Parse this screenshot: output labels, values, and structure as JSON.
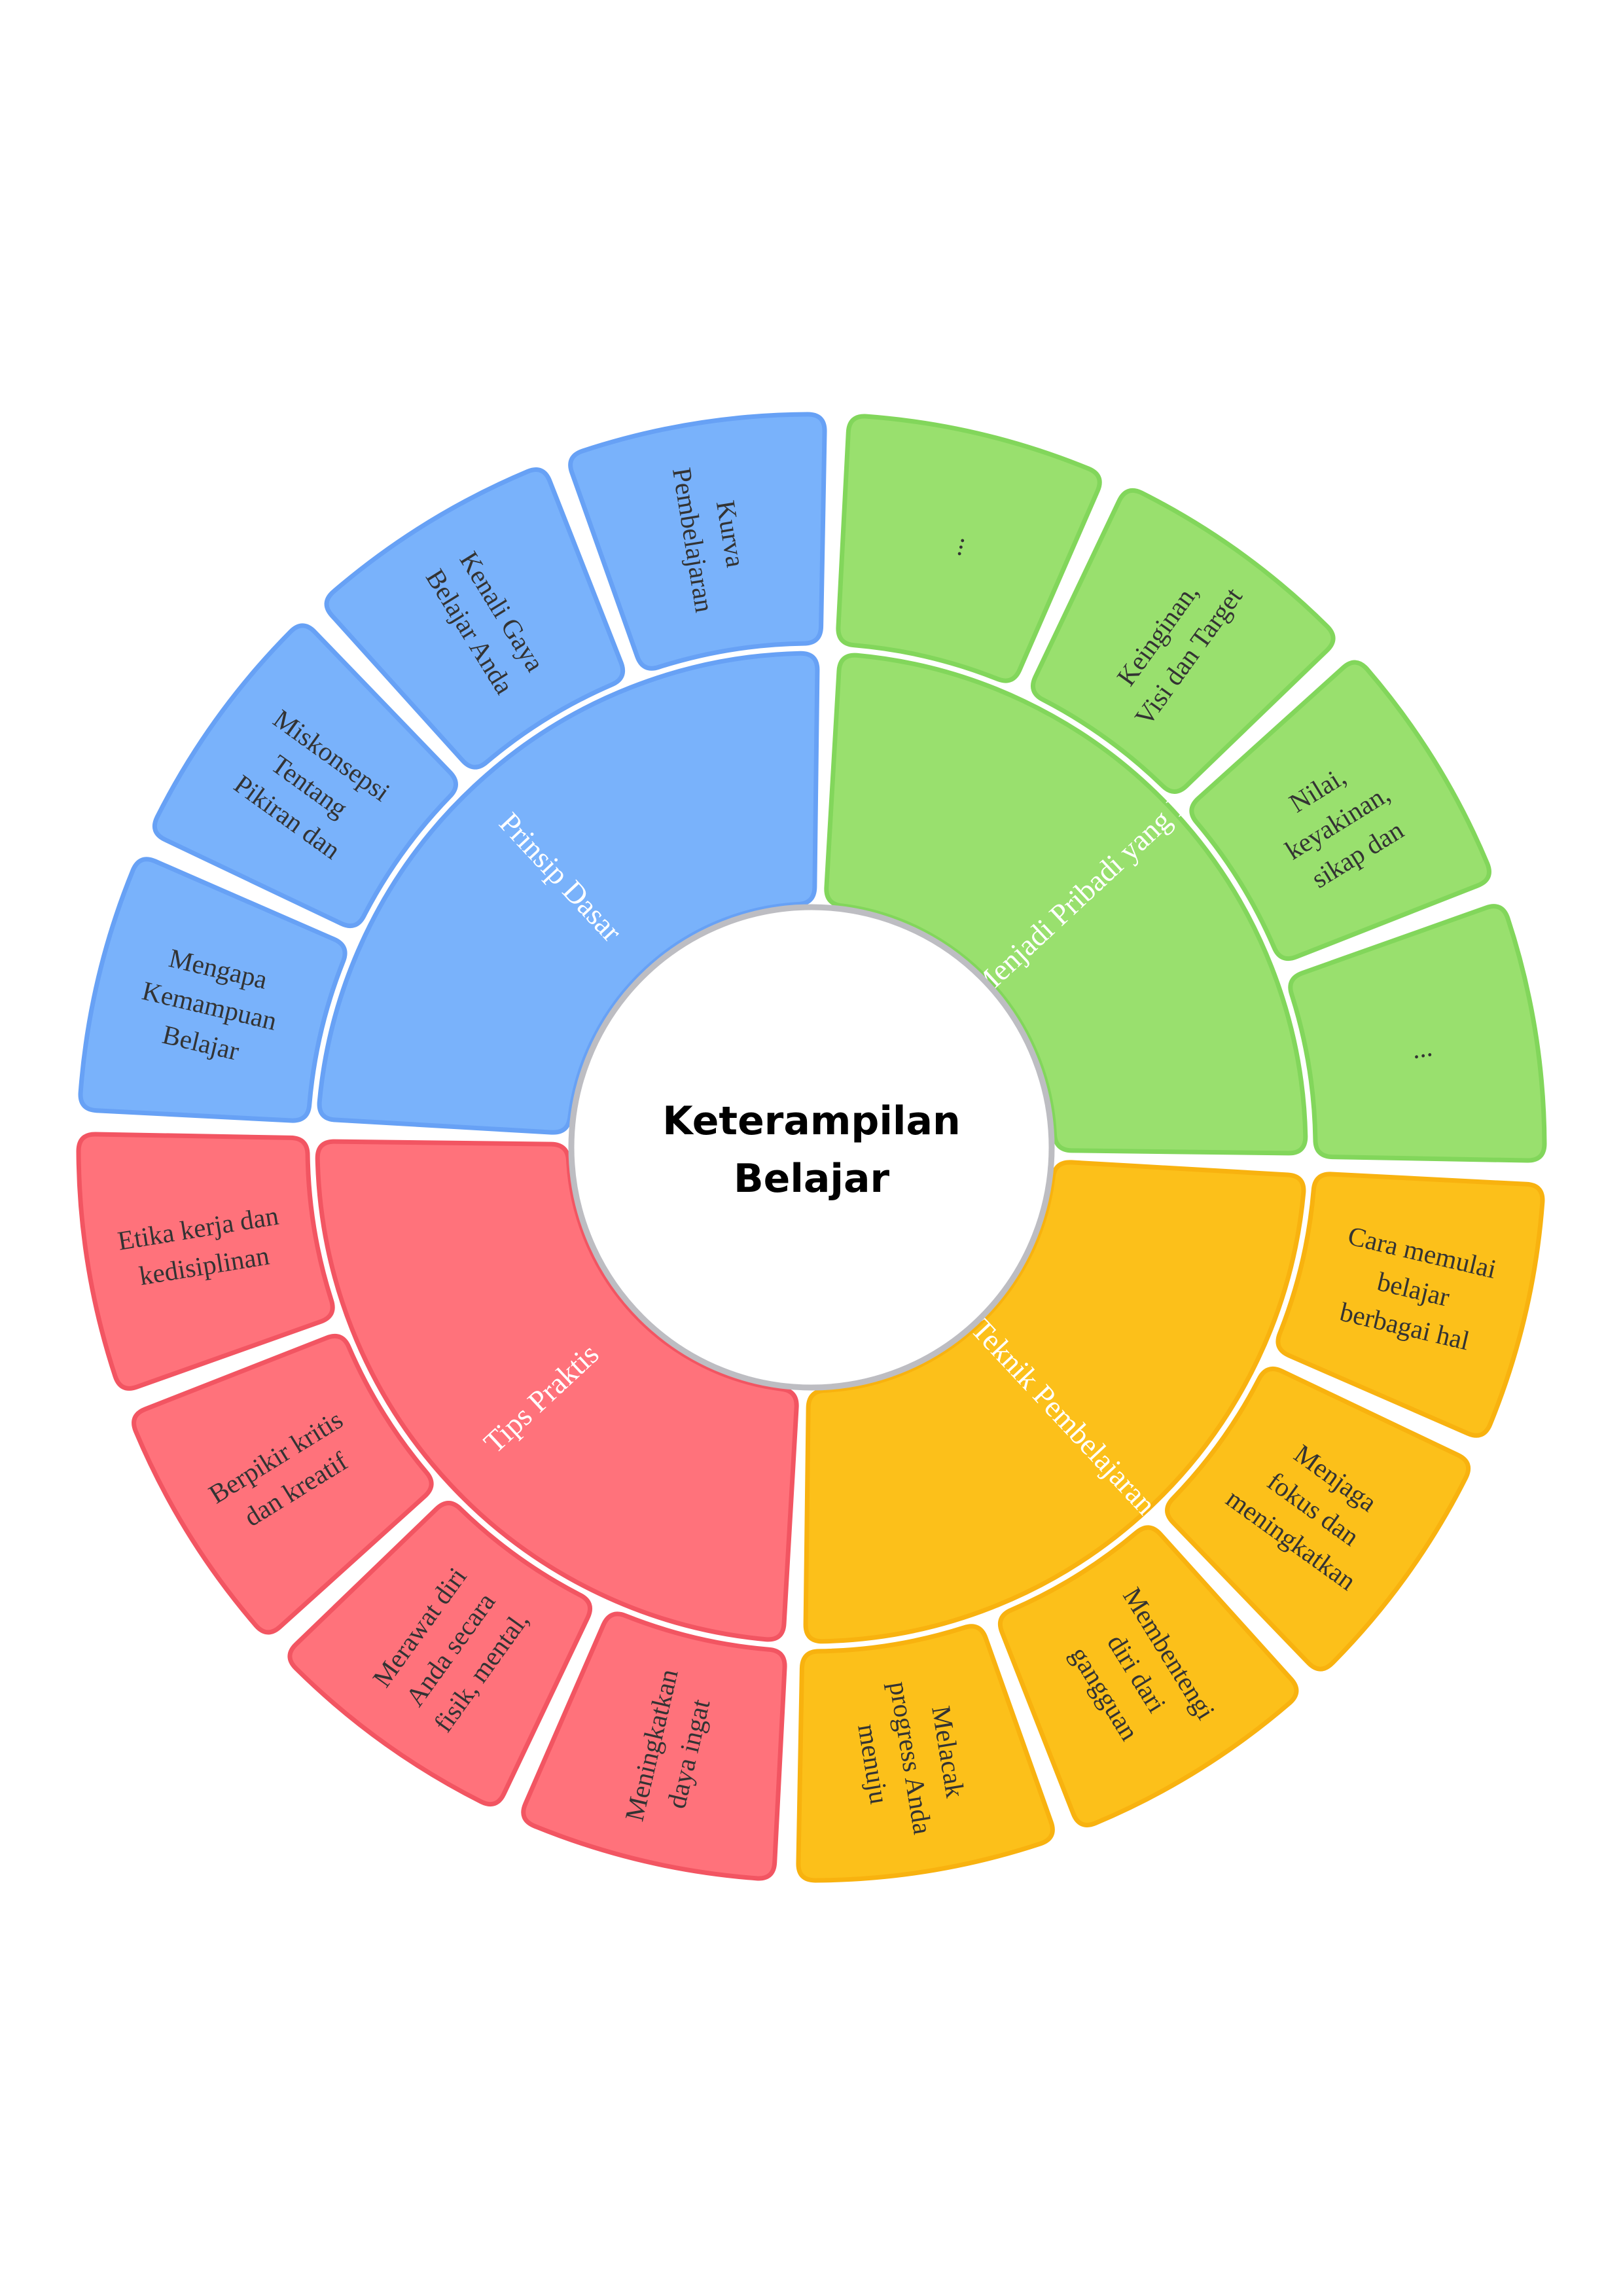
{
  "center": {
    "lines": [
      "Keterampilan",
      "Belajar"
    ]
  },
  "colors": {
    "red": {
      "fill": "#FF727B",
      "stroke": "#F25562"
    },
    "blue": {
      "fill": "#79B2FB",
      "stroke": "#67A1F5"
    },
    "green": {
      "fill": "#99E06E",
      "stroke": "#82D65B"
    },
    "yellow": {
      "fill": "#FCC01A",
      "stroke": "#F8B20F"
    },
    "hub_ring": "#BDBDC2"
  },
  "sectors": [
    {
      "label": "Prinsip Dasar",
      "color": "blue",
      "children": [
        {
          "lines": [
            "Mengapa",
            "Kemampuan",
            "Belajar"
          ]
        },
        {
          "lines": [
            "Miskonsepsi",
            "Tentang",
            "Pikiran dan"
          ]
        },
        {
          "lines": [
            "Kenali Gaya",
            "Belajar Anda"
          ]
        },
        {
          "lines": [
            "Kurva",
            "Pembelajaran"
          ]
        }
      ]
    },
    {
      "label": "Cara Menjadi Pribadi yang Efektif",
      "color": "green",
      "children": [
        {
          "lines": [
            "..."
          ]
        },
        {
          "lines": [
            "Keinginan,",
            "Visi dan Target"
          ]
        },
        {
          "lines": [
            "Nilai,",
            "keyakinan,",
            "sikap dan"
          ]
        },
        {
          "lines": [
            "..."
          ]
        }
      ]
    },
    {
      "label": "Teknik Pembelajaran",
      "color": "yellow",
      "children": [
        {
          "lines": [
            "Cara memulai",
            "belajar",
            "berbagai hal"
          ]
        },
        {
          "lines": [
            "Menjaga",
            "fokus dan",
            "meningkatkan"
          ]
        },
        {
          "lines": [
            "Membentengi",
            "diri dari",
            "gangguan"
          ]
        },
        {
          "lines": [
            "Melacak",
            "progress Anda",
            "menuju"
          ]
        }
      ]
    },
    {
      "label": "Tips Praktis",
      "color": "red",
      "children": [
        {
          "lines": [
            "Meningkatkan",
            "daya ingat"
          ]
        },
        {
          "lines": [
            "Merawat diri",
            "Anda secara",
            "fisik, mental,"
          ]
        },
        {
          "lines": [
            "Berpikir kritis",
            "dan kreatif"
          ]
        },
        {
          "lines": [
            "Etika kerja dan",
            "kedisiplinan"
          ]
        }
      ]
    }
  ]
}
